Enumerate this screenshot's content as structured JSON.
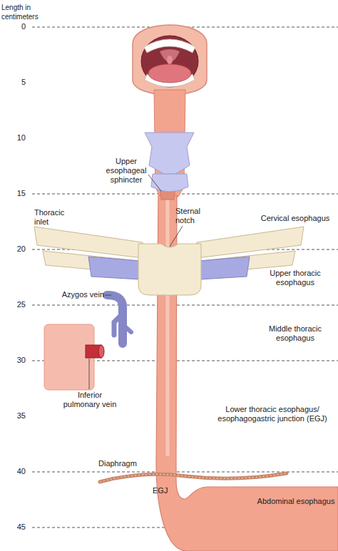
{
  "diagram": {
    "labels": [
      "Length in centimeters",
      "0",
      "5",
      "10",
      "15",
      "20",
      "25",
      "30",
      "35",
      "40",
      "45",
      "Upper esophageal sphincter",
      "Thoracic inlet",
      "Sternal notch",
      "Cervical esophagus",
      "Upper thoracic esophagus",
      "Azygos vein",
      "Middle thoracic esophagus",
      "Inferior pulmonary vein",
      "Lower thoracic esophagus/ esophagogastric junction (EGJ)",
      "Diaphragm",
      "EGJ",
      "Abdominal esophagus"
    ]
  }
}
